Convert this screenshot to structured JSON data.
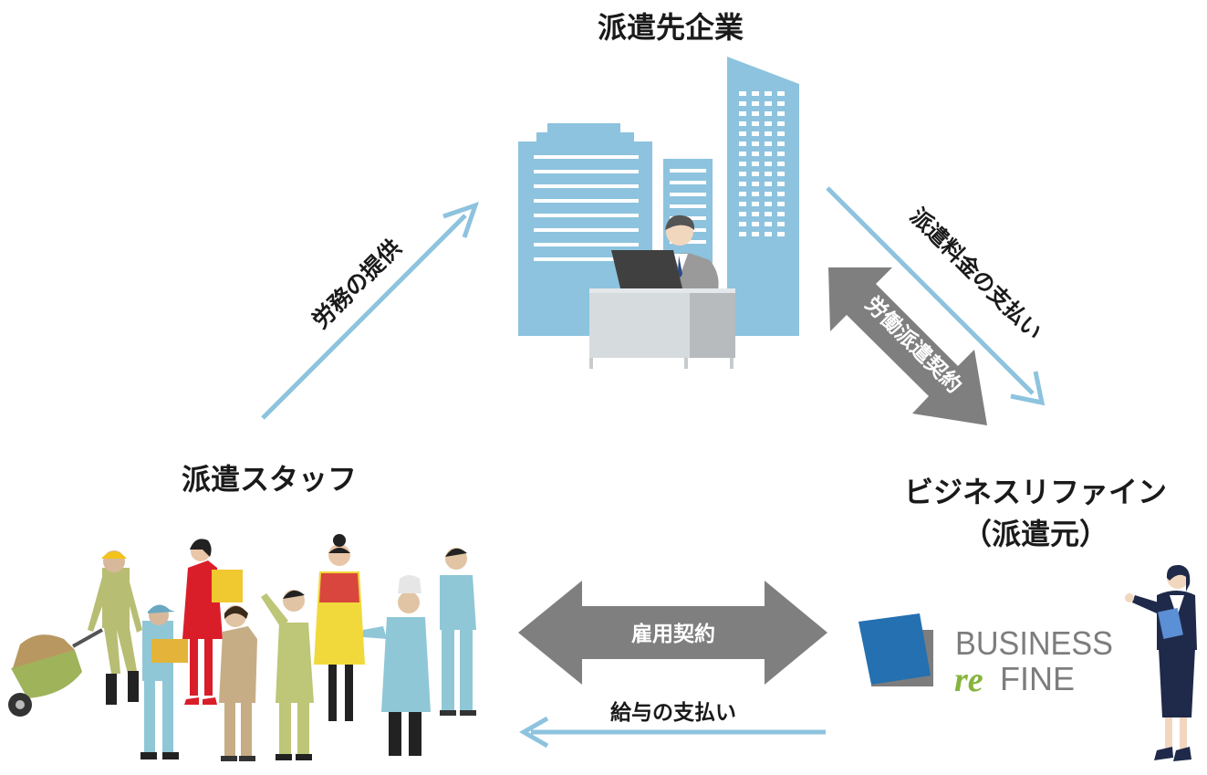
{
  "nodes": {
    "client": {
      "title": "派遣先企業"
    },
    "staff": {
      "title": "派遣スタッフ"
    },
    "agency": {
      "title": "ビジネスリファイン",
      "subtitle": "（派遣元）"
    }
  },
  "edges": {
    "labor_provision": "労務の提供",
    "dispatch_fee": "派遣料金の支払い",
    "dispatch_contract": "労働派遣契約",
    "employment_contract": "雇用契約",
    "salary_payment": "給与の支払い"
  },
  "logo": {
    "line1": "BUSINESS",
    "re": "re",
    "fine": "FINE"
  },
  "icons": {
    "buildings": "office-buildings-icon",
    "office_worker": "office-worker-at-desk-icon",
    "staff_group": "diverse-workers-group-icon",
    "agent": "businesswoman-icon"
  },
  "colors": {
    "arrow_light": "#8dc3de",
    "arrow_gray": "#7f7f7f",
    "building": "#8dc3de",
    "logo_blue": "#2470b1",
    "logo_gray": "#7d7d7d",
    "logo_green": "#86b43c"
  }
}
